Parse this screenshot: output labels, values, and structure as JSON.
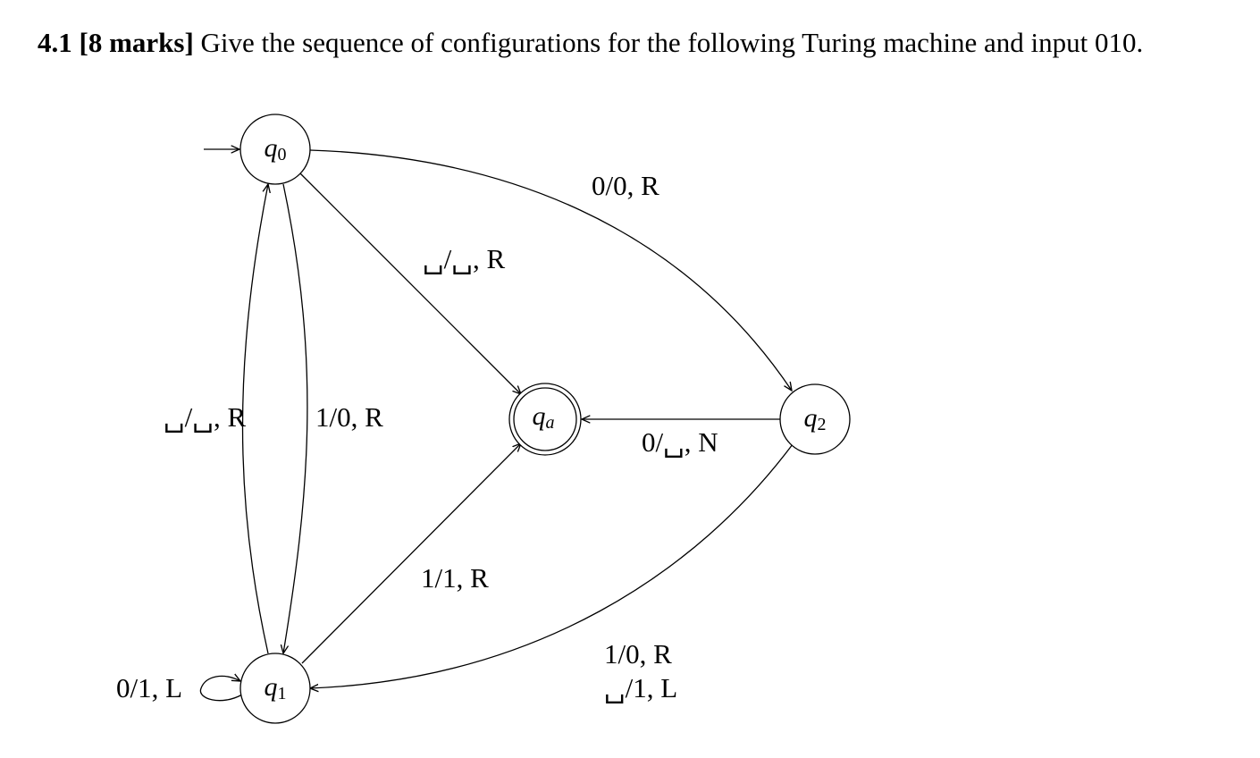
{
  "question": {
    "number": "4.1",
    "marks": "[8 marks]",
    "text": "Give the sequence of configurations for the following Turing machine and input 010."
  },
  "diagram": {
    "states": [
      {
        "id": "q0",
        "letter": "q",
        "sub": "0",
        "accepting": false,
        "initial": true
      },
      {
        "id": "q1",
        "letter": "q",
        "sub": "1",
        "accepting": false,
        "initial": false
      },
      {
        "id": "q2",
        "letter": "q",
        "sub": "2",
        "accepting": false,
        "initial": false
      },
      {
        "id": "qa",
        "letter": "q",
        "sub": "a",
        "accepting": true,
        "initial": false
      }
    ],
    "transitions": [
      {
        "from": "q0",
        "to": "q2",
        "label": "0/0, R"
      },
      {
        "from": "q0",
        "to": "qa",
        "label": "␣/␣, R"
      },
      {
        "from": "q0",
        "to": "q1",
        "label": "1/0, R"
      },
      {
        "from": "q1",
        "to": "q0",
        "label": "␣/␣, R"
      },
      {
        "from": "q1",
        "to": "q1",
        "label": "0/1, L"
      },
      {
        "from": "q1",
        "to": "qa",
        "label": "1/1, R"
      },
      {
        "from": "q2",
        "to": "qa",
        "label": "0/␣, N"
      },
      {
        "from": "q2",
        "to": "q1",
        "label": "1/0, R",
        "label2": "␣/1, L"
      }
    ]
  }
}
